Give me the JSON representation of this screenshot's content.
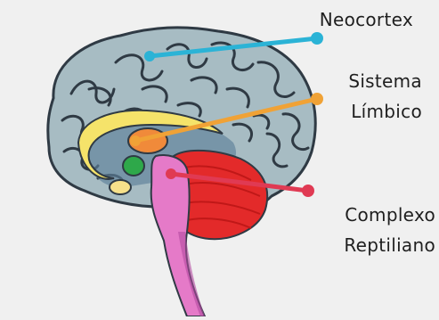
{
  "labels": {
    "neocortex": "Neocortex",
    "limbico_line1": "Sistema",
    "limbico_line2": "Límbico",
    "reptiliano_line1": "Complexo",
    "reptiliano_line2": "Reptiliano"
  },
  "colors": {
    "background": "#f0f0f0",
    "cortex": "#a7bcc3",
    "cortex_outline": "#2f3a44",
    "neocortex_pointer": "#2bb3d6",
    "limbic_pointer": "#f0a236",
    "reptilian_pointer": "#e03a53",
    "cerebellum": "#e32a2a",
    "brainstem": "#e57ac8",
    "limbic_ring": "#f5e36a",
    "thalamus": "#f08a3a",
    "amygdala": "#2ea84a"
  }
}
